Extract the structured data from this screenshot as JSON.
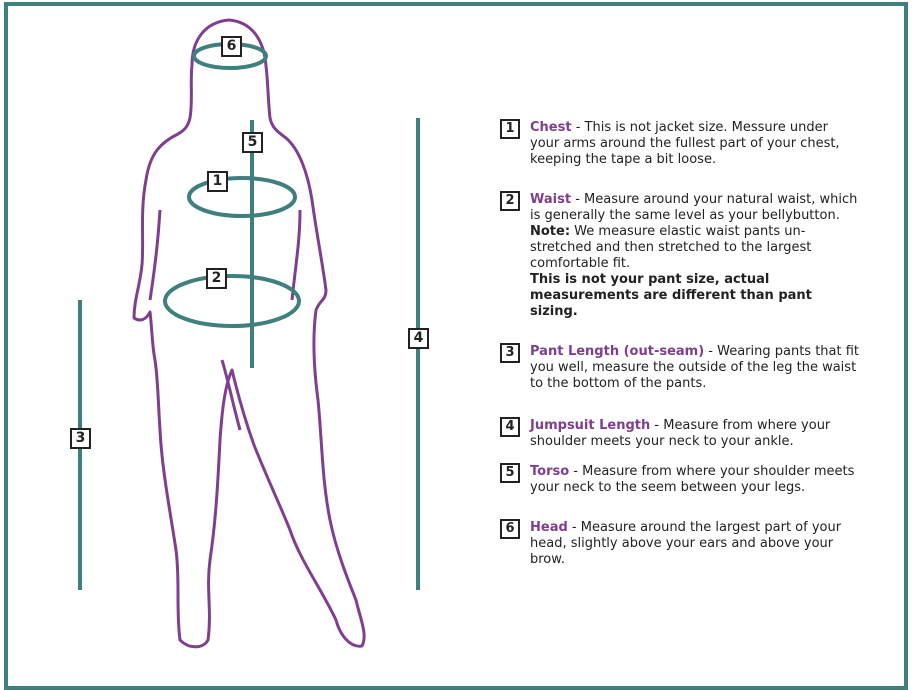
{
  "colors": {
    "teal": "#3f7f7d",
    "purple": "#7f3f8f",
    "text": "#222222"
  },
  "figure": {
    "markers": [
      "1",
      "2",
      "3",
      "4",
      "5",
      "6"
    ]
  },
  "legend": [
    {
      "num": "1",
      "label": "Chest",
      "text": " - This is not jacket size. Messure under your arms around the fullest part of your chest, keeping the tape a bit loose."
    },
    {
      "num": "2",
      "label": "Waist",
      "text": " - Measure around your natural waist, which is generally the same level as your bellybutton.",
      "note_label": "Note:",
      "note_text": " We measure elastic waist pants un-stretched and then stretched to the largest comfortable fit.",
      "bold_text": "This is not your pant size, actual measurements are different than pant sizing."
    },
    {
      "num": "3",
      "label": "Pant Length (out-seam)",
      "text": " - Wearing pants that fit you well, measure the outside of the leg the waist to the bottom of the pants."
    },
    {
      "num": "4",
      "label": "Jumpsuit Length",
      "text": " - Measure from where your shoulder meets your neck to your ankle."
    },
    {
      "num": "5",
      "label": "Torso",
      "text": " - Measure from where your shoulder meets your neck to the seem between your legs."
    },
    {
      "num": "6",
      "label": "Head",
      "text": " - Measure around the largest part of your head, slightly above your ears and above your brow."
    }
  ]
}
